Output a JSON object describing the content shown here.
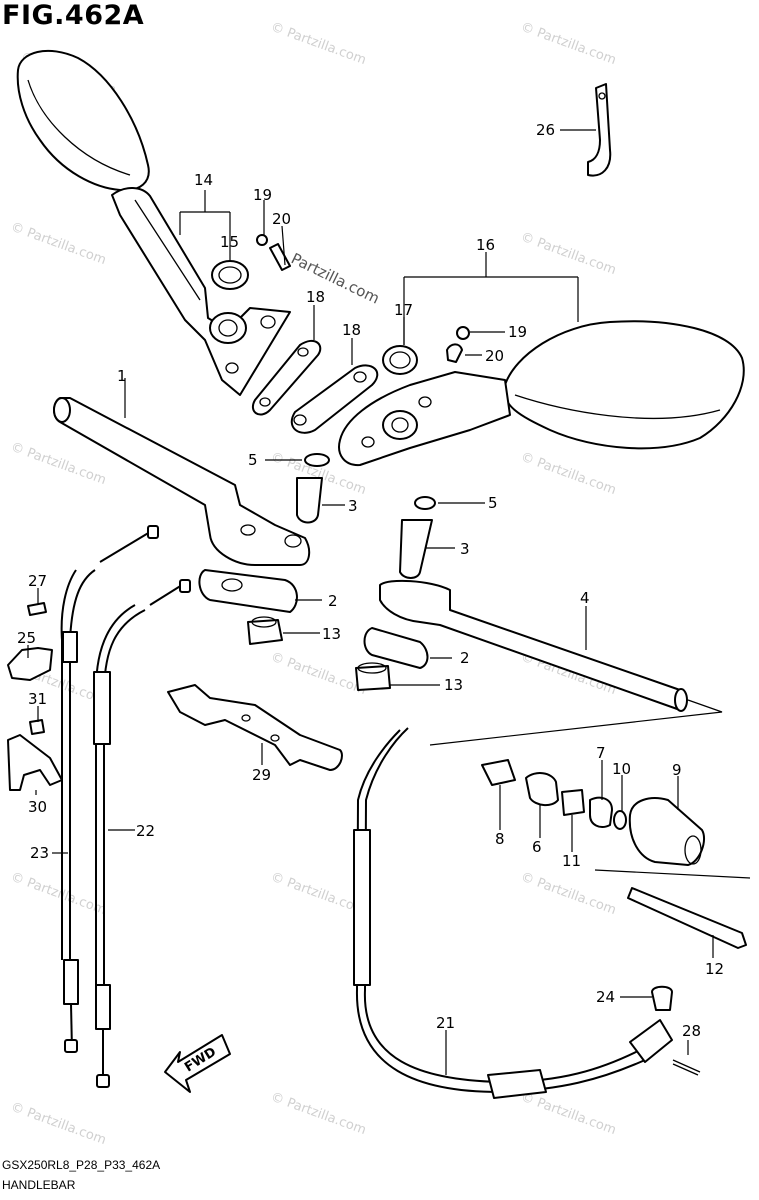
{
  "figure": {
    "title": "FIG.462A",
    "code": "GSX250RL8_P28_P33_462A",
    "name": "HANDLEBAR",
    "fwd_label": "FWD"
  },
  "watermarks": {
    "text": "© Partzilla.com",
    "overlay": "Partzilla.com"
  },
  "callouts": [
    {
      "id": "p1",
      "label": "1"
    },
    {
      "id": "p2a",
      "label": "2"
    },
    {
      "id": "p2b",
      "label": "2"
    },
    {
      "id": "p3a",
      "label": "3"
    },
    {
      "id": "p3b",
      "label": "3"
    },
    {
      "id": "p4",
      "label": "4"
    },
    {
      "id": "p5a",
      "label": "5"
    },
    {
      "id": "p5b",
      "label": "5"
    },
    {
      "id": "p6",
      "label": "6"
    },
    {
      "id": "p7",
      "label": "7"
    },
    {
      "id": "p8",
      "label": "8"
    },
    {
      "id": "p9",
      "label": "9"
    },
    {
      "id": "p10",
      "label": "10"
    },
    {
      "id": "p11",
      "label": "11"
    },
    {
      "id": "p12",
      "label": "12"
    },
    {
      "id": "p13a",
      "label": "13"
    },
    {
      "id": "p13b",
      "label": "13"
    },
    {
      "id": "p14",
      "label": "14"
    },
    {
      "id": "p15",
      "label": "15"
    },
    {
      "id": "p16",
      "label": "16"
    },
    {
      "id": "p17",
      "label": "17"
    },
    {
      "id": "p18a",
      "label": "18"
    },
    {
      "id": "p18b",
      "label": "18"
    },
    {
      "id": "p19a",
      "label": "19"
    },
    {
      "id": "p19b",
      "label": "19"
    },
    {
      "id": "p20a",
      "label": "20"
    },
    {
      "id": "p20b",
      "label": "20"
    },
    {
      "id": "p21",
      "label": "21"
    },
    {
      "id": "p22",
      "label": "22"
    },
    {
      "id": "p23",
      "label": "23"
    },
    {
      "id": "p24",
      "label": "24"
    },
    {
      "id": "p25",
      "label": "25"
    },
    {
      "id": "p26",
      "label": "26"
    },
    {
      "id": "p27",
      "label": "27"
    },
    {
      "id": "p28",
      "label": "28"
    },
    {
      "id": "p29",
      "label": "29"
    },
    {
      "id": "p30",
      "label": "30"
    },
    {
      "id": "p31",
      "label": "31"
    }
  ]
}
